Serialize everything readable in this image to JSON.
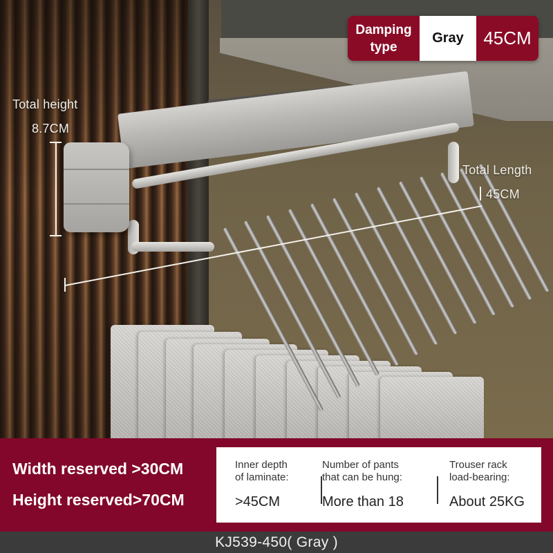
{
  "badge": {
    "type_label_line1": "Damping",
    "type_label_line2": "type",
    "color": "Gray",
    "size": "45CM",
    "accent_color": "#8a0b26"
  },
  "dimensions": {
    "height_label": "Total height",
    "height_value": "8.7CM",
    "length_label": "Total Length",
    "length_value": "45CM"
  },
  "banner": {
    "width_reserved": "Width reserved >30CM",
    "height_reserved": "Height reserved>70CM",
    "background_color": "#82072a",
    "specs": [
      {
        "title_line1": "Inner depth",
        "title_line2": "of laminate:",
        "value": ">45CM"
      },
      {
        "title_line1": "Number of pants",
        "title_line2": "that can be hung:",
        "value": "More than 18"
      },
      {
        "title_line1": "Trouser rack",
        "title_line2": "load-bearing:",
        "value": "About 25KG"
      }
    ]
  },
  "footer": {
    "model": "KJ539-450( Gray )"
  },
  "product_image": {
    "subject": "pull-out-trouser-rack",
    "hanger_count_visible": 13
  }
}
